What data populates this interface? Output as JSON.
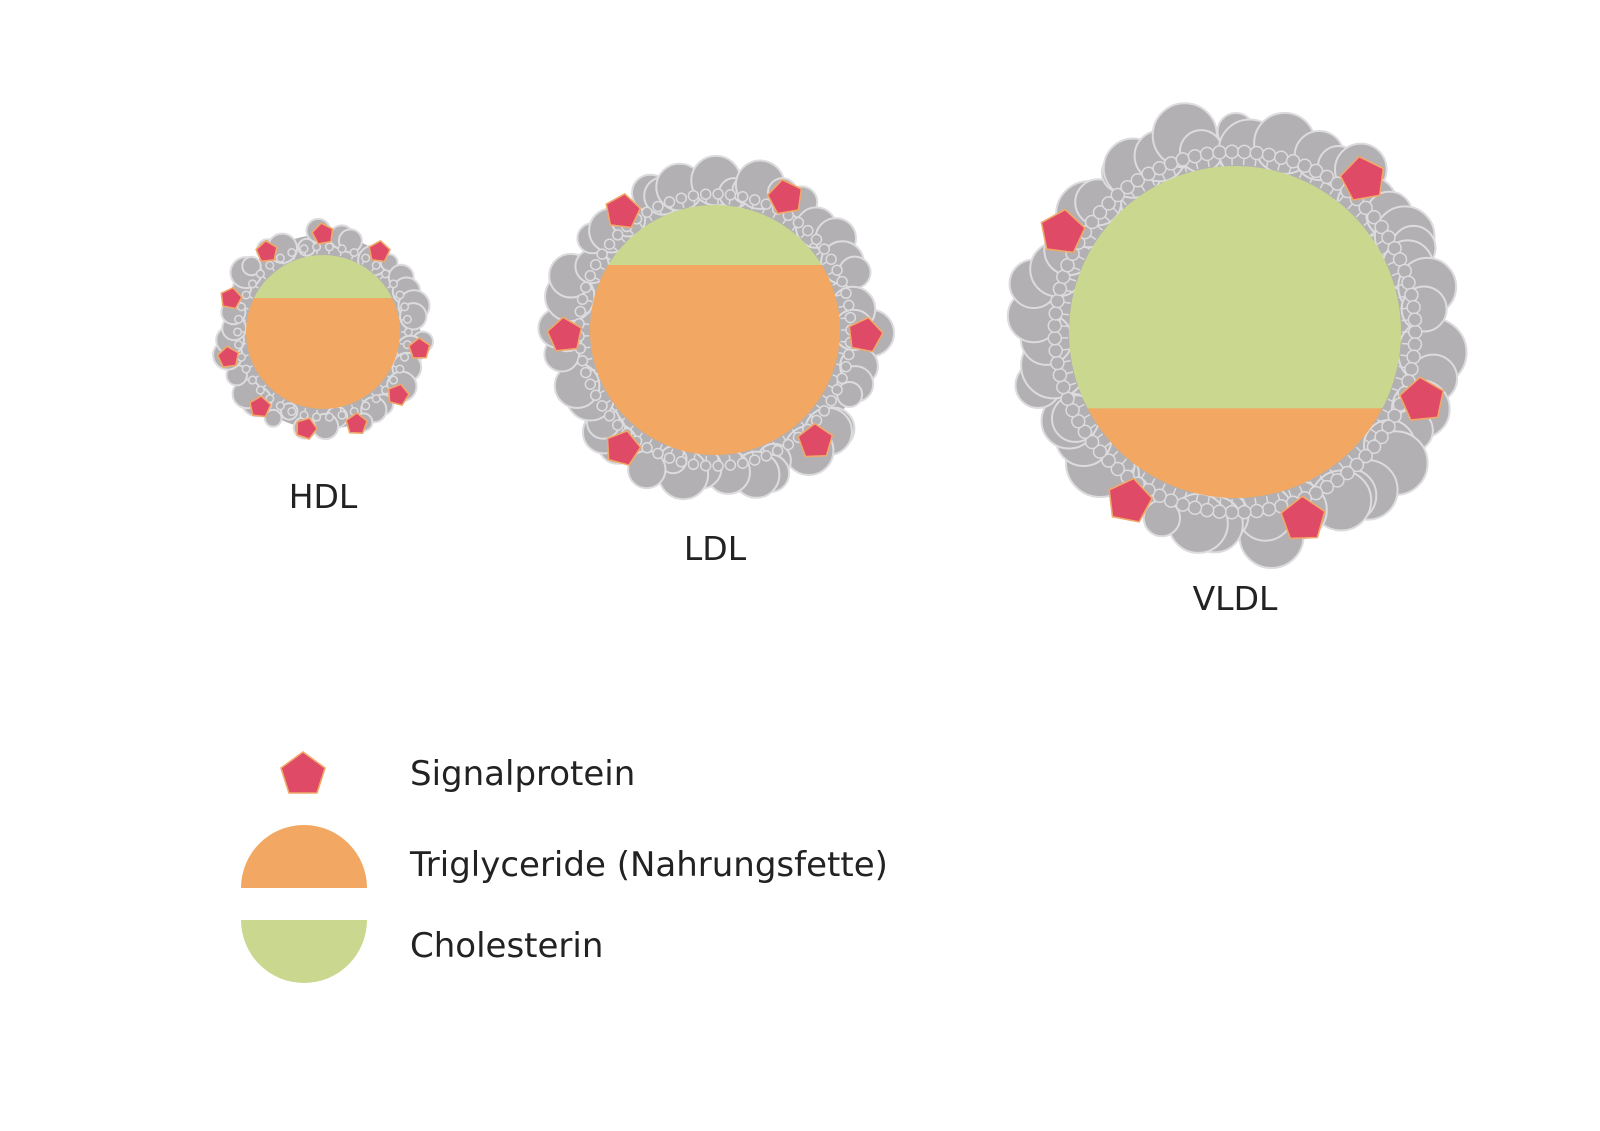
{
  "colors": {
    "shell": "#b2b0b3",
    "shell_edge": "#dcdbdd",
    "cholesterol": "#c9d88e",
    "triglyceride": "#f2a862",
    "protein": "#df4a66",
    "protein_edge": "#f0a86a",
    "text": "#222222"
  },
  "particles": [
    {
      "id": "hdl",
      "label": "HDL",
      "triglyceride_fraction": 0.72,
      "protein_icon": "pentagon-icon"
    },
    {
      "id": "ldl",
      "label": "LDL",
      "triglyceride_fraction": 0.76,
      "protein_icon": "pentagon-icon"
    },
    {
      "id": "vldl",
      "label": "VLDL",
      "triglyceride_fraction": 0.27,
      "protein_icon": "pentagon-icon"
    }
  ],
  "legend": {
    "signal_protein": {
      "label": "Signalprotein",
      "icon": "pentagon-icon"
    },
    "triglyceride": {
      "label": "Triglyceride (Nahrungsfette)",
      "icon": "orange-half-circle-icon"
    },
    "cholesterol": {
      "label": "Cholesterin",
      "icon": "green-half-circle-icon"
    }
  }
}
